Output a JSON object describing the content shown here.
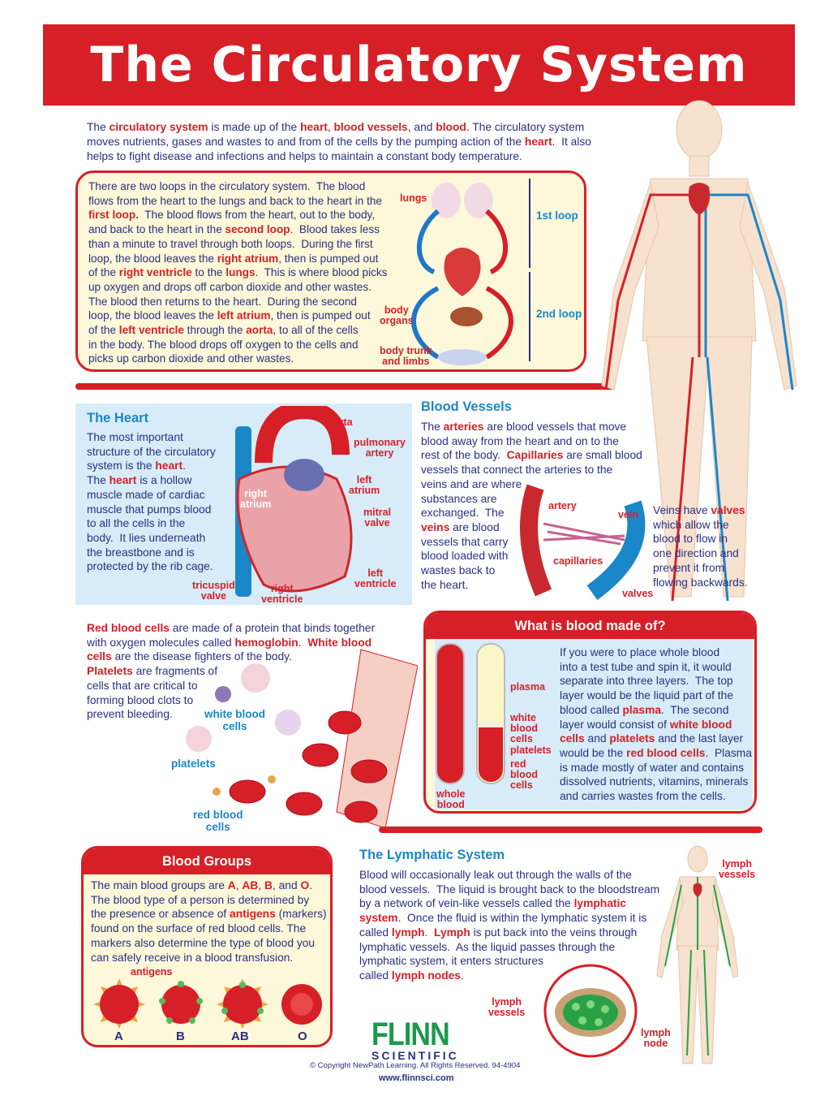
{
  "title": "The Circulatory System",
  "colors": {
    "accent_red": "#d71f27",
    "text_navy": "#2b2f80",
    "heading_blue": "#1a87c9",
    "cream": "#fdf8d9",
    "light_blue": "#d7ecf8",
    "flinn_green": "#1a9a4a"
  },
  "intro": [
    "The ",
    "circulatory system",
    " is made up of the ",
    "heart",
    ", ",
    "blood vessels",
    ", and ",
    "blood",
    ". The circulatory system\nmoves nutrients, gases and wastes to and from of the cells by the pumping action of the ",
    "heart",
    ".  It also\nhelps to fight disease and infections and helps to maintain a constant body temperature."
  ],
  "loops": {
    "text": [
      "There are two loops in the circulatory system.  The blood\nflows from the heart to the lungs and back to the heart in the\n",
      "first loop.",
      "  The blood flows from the heart, out to the body,\nand back to the heart in the ",
      "second loop",
      ".  Blood takes less\nthan a minute to travel through both loops.  During the first\nloop, the blood leaves the ",
      "right atrium",
      ", then is pumped out\nof the ",
      "right ventricle",
      " to the ",
      "lungs",
      ".  This is where blood picks\nup oxygen and drops off carbon dioxide and other wastes.\nThe blood then returns to the heart.  During the second\nloop, the blood leaves the ",
      "left atrium",
      ", then is pumped out\nof the ",
      "left ventricle",
      " through the ",
      "aorta",
      ", to all of the cells\nin the body. The blood drops off oxygen to the cells and\npicks up carbon dioxide and other wastes."
    ],
    "labels": {
      "lungs": "lungs",
      "first_loop": "1st loop",
      "second_loop": "2nd loop",
      "body_organs": "body\norgans",
      "body_trunk": "body trunk\nand limbs"
    }
  },
  "heart": {
    "title": "The Heart",
    "text": [
      "The most important\nstructure of the circulatory\nsystem is the ",
      "heart",
      ".\nThe ",
      "heart",
      " is a hollow\nmuscle made of cardiac\nmuscle that pumps blood\nto all the cells in the\nbody.  It lies underneath\nthe breastbone and is\nprotected by the rib cage."
    ],
    "labels": {
      "aorta": "aorta",
      "pulmonary_artery": "pulmonary\nartery",
      "left_atrium": "left\natrium",
      "right_atrium": "right\natrium",
      "mitral_valve": "mitral\nvalve",
      "left_ventricle": "left\nventricle",
      "right_ventricle": "right\nventricle",
      "tricuspid_valve": "tricuspid\nvalve"
    }
  },
  "vessels": {
    "title": "Blood Vessels",
    "text": [
      "The ",
      "arteries",
      " are blood vessels that move\nblood away from the heart and on to the\nrest of the body.  ",
      "Capillaries",
      " are small blood\nvessels that connect the arteries to the\nveins and are where\nsubstances are\nexchanged.  The\n",
      "veins",
      " are blood\nvessels that carry\nblood loaded with\nwastes back to\nthe heart."
    ],
    "valves_text": [
      "Veins have ",
      "valves",
      "\nwhich allow the\nblood to flow in\none direction and\nprevent it from\nflowing backwards."
    ],
    "labels": {
      "artery": "artery",
      "vein": "vein",
      "capillaries": "capillaries",
      "valves": "valves"
    }
  },
  "cells": {
    "text": [
      "",
      "Red blood cells",
      " are made of a protein that binds together\nwith oxygen molecules called ",
      "hemoglobin",
      ".  ",
      "White blood\ncells",
      " are the disease fighters of the body.\n",
      "Platelets",
      " are fragments of\ncells that are critical to\nforming blood clots to\nprevent bleeding."
    ],
    "labels": {
      "white": "white blood\ncells",
      "platelets": "platelets",
      "red": "red blood\ncells"
    }
  },
  "blood_made": {
    "title": "What is blood made of?",
    "text": [
      "If you were to place whole blood\ninto a test tube and spin it, it would\nseparate into three layers.  The top\nlayer would be the liquid part of the\nblood called ",
      "plasma",
      ".  The second\nlayer would consist of ",
      "white blood\ncells",
      " and ",
      "platelets",
      " and the last layer\nwould be the ",
      "red blood cells",
      ".  Plasma\nis made mostly of water and contains\ndissolved nutrients, vitamins, minerals\nand carries wastes from the cells."
    ],
    "labels": {
      "plasma": "plasma",
      "wbc": "white\nblood\ncells",
      "platelets": "platelets",
      "rbc": "red\nblood\ncells",
      "whole": "whole\nblood"
    }
  },
  "groups": {
    "title": "Blood Groups",
    "text": [
      "The main blood groups are ",
      "A",
      ", ",
      "AB",
      ", ",
      "B",
      ", and ",
      "O",
      ".\nThe blood type of a person is determined by\nthe presence or absence of ",
      "antigens",
      " (markers)\nfound on the surface of red blood cells. The\nmarkers also determine the type of blood you\ncan safely receive in a blood transfusion."
    ],
    "antigens_label": "antigens",
    "types": [
      "A",
      "B",
      "AB",
      "O"
    ]
  },
  "lymph": {
    "title": "The Lymphatic System",
    "text": [
      "Blood will occasionally leak out through the walls of the\nblood vessels.  The liquid is brought back to the bloodstream\nby a network of vein-like vessels called the ",
      "lymphatic\nsystem",
      ".  Once the fluid is within the lymphatic system it is\ncalled ",
      "lymph",
      ".  ",
      "Lymph",
      " is put back into the veins through\nlymphatic vessels.  As the liquid passes through the\nlymphatic system, it enters structures\ncalled ",
      "lymph nodes",
      "."
    ],
    "labels": {
      "vessels_top": "lymph\nvessels",
      "vessels": "lymph\nvessels",
      "node": "lymph\nnode"
    }
  },
  "footer": {
    "logo_main": "FLINN",
    "logo_sub": "SCIENTIFIC",
    "copyright": "© Copyright NewPath Learning. All Rights Reserved. 94-4904",
    "url": "www.flinnsci.com"
  }
}
